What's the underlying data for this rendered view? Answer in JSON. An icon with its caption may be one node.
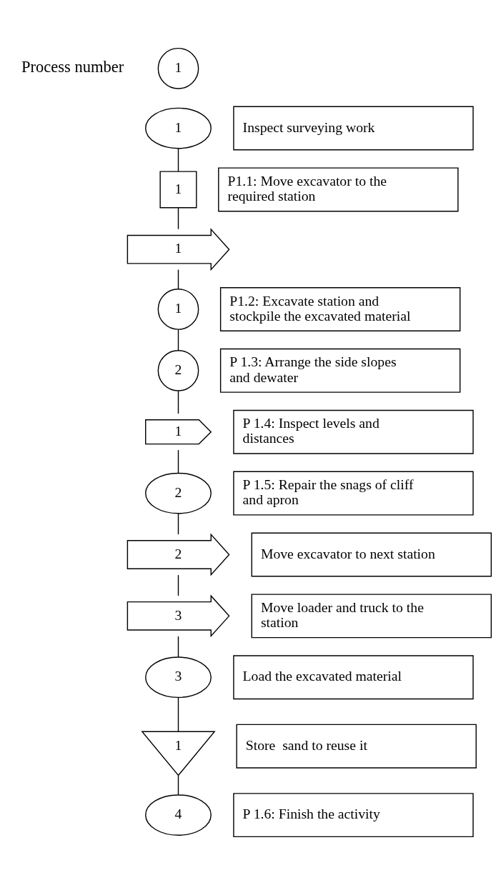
{
  "diagram": {
    "nodes": [
      {
        "text": [
          "1"
        ],
        "beside": [
          "Process number"
        ]
      },
      {
        "text": [
          "1"
        ]
      },
      {
        "text": [
          "Inspect surveying work"
        ]
      },
      {
        "text": [
          "1"
        ]
      },
      {
        "text": [
          "P1.1: Move excavator to the required station"
        ]
      },
      {
        "text": [
          "1"
        ]
      },
      {
        "text": [
          "1"
        ]
      },
      {
        "text": [
          "P1.2: Excavate station and stockpile the excavated material"
        ]
      },
      {
        "text": [
          "2"
        ]
      },
      {
        "text": [
          "P 1.3: Arrange the side slopes and dewater"
        ]
      },
      {
        "text": [
          "1"
        ]
      },
      {
        "text": [
          "P 1.4: Inspect levels and distances"
        ]
      },
      {
        "text": [
          "2"
        ]
      },
      {
        "text": [
          "P 1.5: Repair the snags of cliff and apron"
        ]
      },
      {
        "text": [
          "2"
        ]
      },
      {
        "text": [
          "Move excavator to next station"
        ]
      },
      {
        "text": [
          "3"
        ]
      },
      {
        "text": [
          "Move loader and truck to the station"
        ]
      },
      {
        "text": [
          "3"
        ]
      },
      {
        "text": [
          "Load the excavated material"
        ]
      },
      {
        "text": [
          "1"
        ]
      },
      {
        "text": [
          "Store  sand to reuse it"
        ]
      },
      {
        "text": [
          "4"
        ]
      },
      {
        "text": [
          "P 1.6: Finish the activity"
        ]
      }
    ],
    "edges": [
      {
        "from": 1,
        "to": 3,
        "arrow": "none"
      },
      {
        "from": 3,
        "to": 5,
        "arrow": "none"
      },
      {
        "from": 5,
        "to": 6,
        "arrow": "none"
      },
      {
        "from": 6,
        "to": 8,
        "arrow": "none"
      },
      {
        "from": 8,
        "to": 10,
        "arrow": "none"
      },
      {
        "from": 10,
        "to": 12,
        "arrow": "none"
      },
      {
        "from": 12,
        "to": 14,
        "arrow": "none"
      },
      {
        "from": 14,
        "to": 16,
        "arrow": "none"
      },
      {
        "from": 16,
        "to": 18,
        "arrow": "none"
      },
      {
        "from": 18,
        "to": 20,
        "arrow": "none"
      },
      {
        "from": 20,
        "to": 22,
        "arrow": "none"
      }
    ]
  }
}
